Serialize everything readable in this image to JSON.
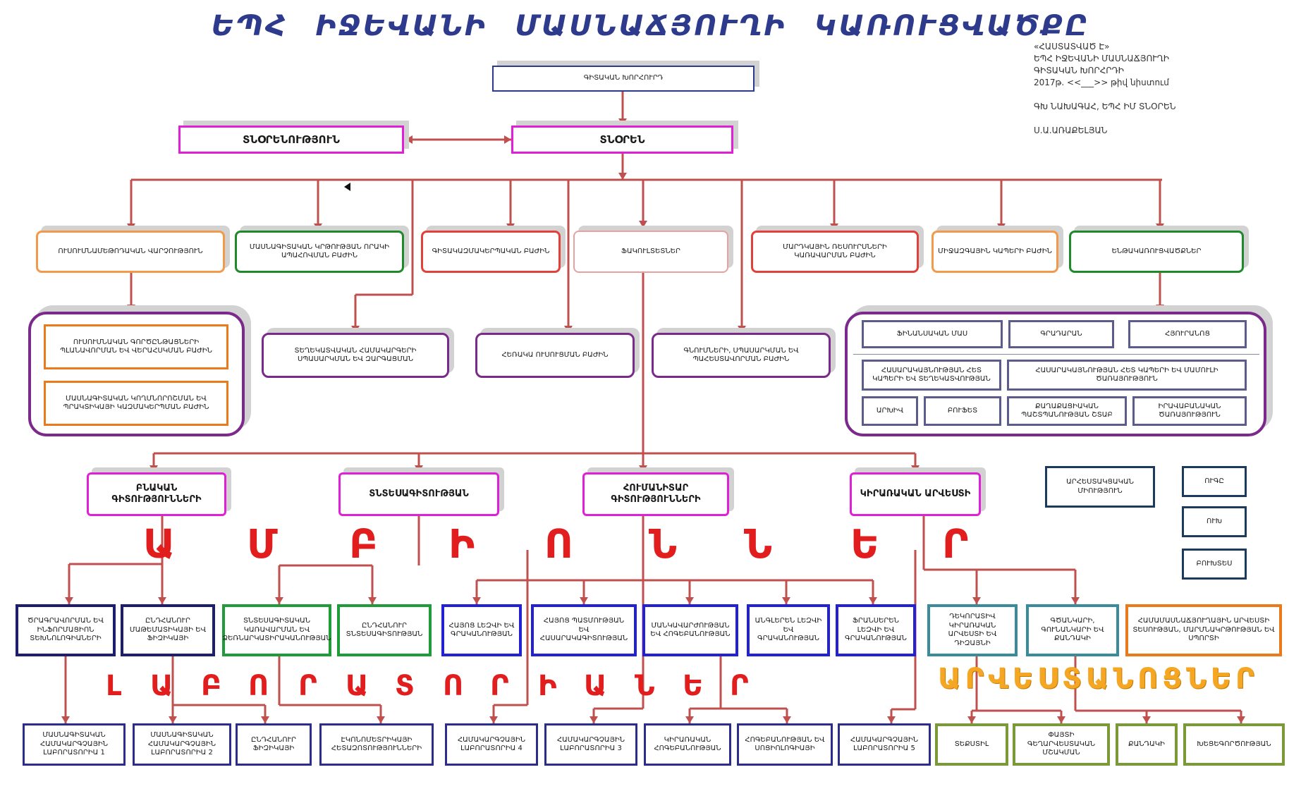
{
  "title": "ԵՊՀ ԻՋԵՎԱՆԻ ՄԱՍՆԱՃՅՈՒՂԻ ԿԱՌՈՒՑՎԱԾՔԸ",
  "approval": {
    "line1": "«ՀԱՍՏԱՏՎԱԾ Է»",
    "line2": "ԵՊՀ ԻՋԵՎԱՆԻ ՄԱՍՆԱՃՅՈՒՂԻ",
    "line3": "ԳԻՏԱԿԱՆ ԽՈՐՀՐԴԻ",
    "line4": "2017թ. <<___>> թիվ նիստում",
    "line5": "ԳԽ ՆԱԽԱԳԱՀ, ԵՊՀ ԻՄ ՏՆՕՐԵՆ",
    "line6": "Ս.Ա.ԱՌԱՔԵԼՅԱՆ"
  },
  "top": {
    "council": "ԳԻՏԱԿԱՆ ԽՈՐՀՈՒՐԴ",
    "directorate": "ՏՆՕՐԵՆՈՒԹՅՈՒՆ",
    "director": "ՏՆՕՐԵՆ"
  },
  "level2": {
    "edu_method": "ՈՒՍՈՒՄՆԱՄԵԹՈԴԱԿԱՆ ՎԱՐՉՈՒԹՅՈՒՆ",
    "prof_edu": "ՄԱՍՆԱԳԻՏԱԿԱՆ ԿՐԹՈՒԹՅԱՆ ՈՐԱԿԻ ԱՊԱՀՈՎՄԱՆ ԲԱԺԻՆ",
    "science": "ԳԻՏԱԿԱԶՄԱԿԵՐՊԱԿԱՆ ԲԱԺԻՆ",
    "faculties": "ՖԱԿՈՒԼՏԵՏՆԵՐ",
    "hr": "ՄԱՐԴԿԱՅԻՆ ՌԵՍՈՒՐՍՆԵՐԻ ԿԱՌԱՎԱՐՄԱՆ ԲԱԺԻՆ",
    "external": "ՄԻՋԱԶԳԱՅԻՆ ԿԱՊԵՐԻ ԲԱԺԻՆ",
    "subdivisions": "ԵՆԹԱԿԱՌՈՒՑՎԱԾՔՆԵՐ"
  },
  "level3": {
    "edu_sub1": "ՈՒՍՈՒՄՆԱԿԱՆ ԳՈՐԾԸՆԹԱՑՆԵՐԻ ՊԼԱՆԱՎՈՐՄԱՆ ԵՎ ՎԵՐԱՀՍԿՄԱՆ ԲԱԺԻՆ",
    "edu_sub2": "ՄԱՍՆԱԳԻՏԱԿԱՆ ԿՈՂՄՆՈՐՈՇՄԱՆ ԵՎ ՊՐԱԿՏԻԿԱՅԻ ԿԱԶՄԱԿԵՐՊՄԱՆ ԲԱԺԻՆ",
    "info_systems": "ՏԵՂԵԿԱՏՎԱԿԱՆ ՀԱՄԱԿԱՐԳԵՐԻ ՍՊԱՍԱՐԿՄԱՆ ԵՎ ԶԱՐԳԱՑՄԱՆ",
    "distance": "ՀԵՌԱԿԱ ՈՒՍՈՒՑՄԱՆ ԲԱԺԻՆ",
    "procurement": "ԳՆՈՒՄՆԵՐԻ, ՍՊԱՍԱՐԿՄԱՆ ԵՎ ՊԱՀԵՍՏԱՎՈՐՄԱՆ ԲԱԺԻՆ"
  },
  "subunits": {
    "finance": "ՖԻՆԱՆՍԱԿԱՆ ՄԱՍ",
    "library": "ԳՐԱԴԱՐԱՆ",
    "dormitory": "ՀՅՈՒՐԱՆՈՑ",
    "pr": "ՀԱՍԱՐԱԿԱՅՆՈՒԹՅԱՆ ՀԵՏ ԿԱՊԵՐԻ ԵՎ ՏԵՂԵԿԱՏՎՈՒԹՅԱՆ",
    "security": "ՀԱՍԱՐԱԿԱՅՆՈՒԹՅԱՆ ՀԵՏ ԿԱՊԵՐԻ ԵՎ ՄԱՄՈՒԼԻ ԾԱՌԱՅՈՒԹՅՈՒՆ",
    "archive": "ԱՐԽԻՎ",
    "buffet": "ԲՈՒՖԵՏ",
    "civil_defense": "ՔԱՂԱՔԱՑԻԱԿԱՆ ՊԱՇՏՊԱՆՈՒԹՅԱՆ ՇՏԱԲ",
    "legal": "ԻՐԱՎԱԲԱՆԱԿԱՆ ԾԱՌԱՅՈՒԹՅՈՒՆ"
  },
  "faculties": {
    "natural": "ԲՆԱԿԱՆ ԳԻՏՈՒԹՅՈՒՆՆԵՐԻ",
    "economics": "ՏՆՏԵՍԱԳԻՏՈՒԹՅԱՆ",
    "humanities": "ՀՈՒՄԱՆԻՏԱՐ ԳԻՏՈՒԹՅՈՒՆՆԵՐԻ",
    "applied_arts": "ԿԻՐԱՌԱԿԱՆ ԱՐՎԵՍՏԻ"
  },
  "orgs": {
    "union": "ԱՐՀԵՍՏԱԿՑԱԿԱՆ ՄԻՈՒԹՅՈՒՆ",
    "uso": "ՈՒԳԸ",
    "usk": "ՈՒԽ",
    "bukhs": "ԲՈՒԽՏԵՍ"
  },
  "amb_letters": [
    "Ա",
    "Մ",
    "Բ",
    "Ի",
    "Ո",
    "Ն",
    "Ն",
    "Ե",
    "Ր"
  ],
  "lab_letters": [
    "Լ",
    "Ա",
    "Բ",
    "Ո",
    "Ր",
    "Ա",
    "Տ",
    "Ո",
    "Ր",
    "Ի",
    "Ա",
    "Ն",
    "Ե",
    "Ր"
  ],
  "workshops_word": "ԱՐՎԵՍՏԱՆՈՑՆԵՐ",
  "chairs": {
    "c1": "ԾՐԱԳՐԱՎՈՐՄԱՆ ԵՎ ԻՆՖՈՐՄԱՑԻՈՆ ՏԵԽՆՈԼՈԳԻԱՆԵՐԻ",
    "c2": "ԸՆԴՀԱՆՈՒՐ ՄԱԹԵՄԱՏԻԿԱՅԻ ԵՎ ՖԻԶԻԿԱՅԻ",
    "c3": "ՏՆՏԵՍԱԳԻՏԱԿԱՆ ԿԱՌԱՎԱՐՄԱՆ ԵՎ ՁԵՌՆԱՐԿԱՏԻՐԱԿԱՆՈՒԹՅԱՆ",
    "c4": "ԸՆԴՀԱՆՈՒՐ ՏՆՏԵՍԱԳԻՏՈՒԹՅԱՆ",
    "c5": "ՀԱՅՈՑ ԼԵԶՎԻ ԵՎ ԳՐԱԿԱՆՈՒԹՅԱՆ",
    "c6": "ՀԱՅՈՑ ՊԱՏՄՈՒԹՅԱՆ ԵՎ ՀԱՍԱՐԱԿԱԳԻՏՈՒԹՅԱՆ",
    "c7": "ՄԱՆԿԱՎԱՐԺՈՒԹՅԱՆ ԵՎ ՀՈԳԵԲԱՆՈՒԹՅԱՆ",
    "c8": "ԱՆԳԼԵՐԵՆ ԼԵԶՎԻ ԵՎ ԳՐԱԿԱՆՈՒԹՅԱՆ",
    "c9": "ՖՐԱՆՍԵՐԵՆ ԼԵԶՎԻ ԵՎ ԳՐԱԿԱՆՈՒԹՅԱՆ",
    "c10": "ԴԵԿՈՐԱՏԻՎ ԿԻՐԱՌԱԿԱՆ ԱՐՎԵՍՏԻ ԵՎ ԴԻԶԱՅՆԻ",
    "c11": "ԳԾԱՆԿԱՐԻ, ԳՈՒՆԱՆԿԱՐԻ ԵՎ ՔԱՆԴԱԿԻ",
    "c12": "ՀԱՄԱՄԱՍՆԱՃՅՈՒՂԱՅԻՆ ԱՐՎԵՍՏԻ ՏԵՍՈՒԹՅԱՆ, ՄԱՐՄՆԱԿՐԹՈՒԹՅԱՆ ԵՎ ՍՊՈՐՏԻ"
  },
  "labs": {
    "l1": "ՄԱՍՆԱԳԻՏԱԿԱՆ ՀԱՄԱԿԱՐԳՉԱՅԻՆ ԼԱԲՈՐԱՏՈՐԻԱ 1",
    "l2": "ՄԱՍՆԱԳԻՏԱԿԱՆ ՀԱՄԱԿԱՐԳՉԱՅԻՆ ԼԱԲՈՐԱՏՈՐԻԱ 2",
    "l3": "ԸՆԴՀԱՆՈՒՐ ՖԻԶԻԿԱՅԻ",
    "l4": "ԷԿՈՆՈՄԵՏՐԻԿԱՅԻ ՀԵՏԱԶՈՏՈՒԹՅՈՒՆՆԵՐԻ",
    "l5": "ՀԱՄԱԿԱՐԳՉԱՅԻՆ ԼԱԲՈՐԱՏՈՐԻԱ 4",
    "l6": "ՀԱՄԱԿԱՐԳՉԱՅԻՆ ԼԱԲՈՐԱՏՈՐԻԱ 3",
    "l7": "ԿԻՐԱՌԱԿԱՆ ՀՈԳԵԲԱՆՈՒԹՅԱՆ",
    "l8": "ՀՈԳԵԲԱՆՈՒԹՅԱՆ ԵՎ ՍՈՑԻՈԼՈԳԻԱՅԻ",
    "l9": "ՀԱՄԱԿԱՐԳՉԱՅԻՆ ԼԱԲՈՐԱՏՈՐԻԱ 5"
  },
  "workshops": {
    "w1": "ՏԵՔՍՏԻԼ",
    "w2": "ՓԱՅՏԻ ԳԵՂԱՐՎԵՍՏԱԿԱՆ ՄՇԱԿՄԱՆ",
    "w3": "ՔԱՆԴԱԿԻ",
    "w4": "ԽԵՑԵԳՈՐԾՈՒԹՅԱՆ"
  }
}
